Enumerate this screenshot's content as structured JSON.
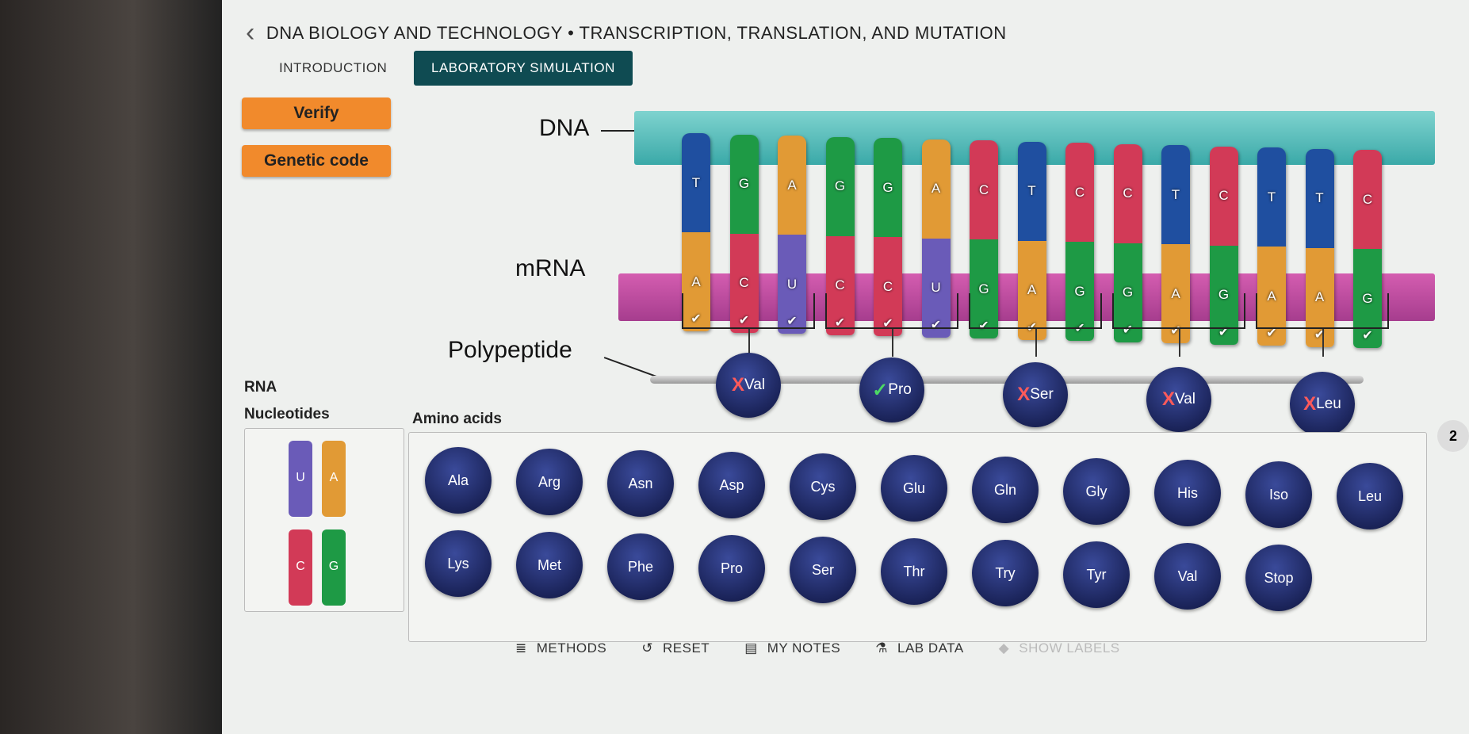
{
  "header": {
    "title": "DNA BIOLOGY AND TECHNOLOGY • TRANSCRIPTION, TRANSLATION, AND MUTATION"
  },
  "tabs": [
    {
      "label": "INTRODUCTION"
    },
    {
      "label": "LABORATORY SIMULATION"
    }
  ],
  "buttons": {
    "verify": "Verify",
    "genetic_code": "Genetic code"
  },
  "labels": {
    "dna": "DNA",
    "mrna": "mRNA",
    "polypeptide": "Polypeptide",
    "rna_nucleotides_1": "RNA",
    "rna_nucleotides_2": "Nucleotides",
    "amino_acids": "Amino acids"
  },
  "dna": [
    "T",
    "G",
    "A",
    "G",
    "G",
    "A",
    "C",
    "T",
    "C",
    "C",
    "T",
    "C",
    "T",
    "T",
    "C"
  ],
  "mrna": [
    "A",
    "C",
    "U",
    "C",
    "C",
    "U",
    "G",
    "A",
    "G",
    "G",
    "A",
    "G",
    "A",
    "A",
    "G"
  ],
  "base_colors": {
    "T": "#1f4fa0",
    "A": "#e19a35",
    "G": "#1e9a45",
    "C": "#d23a57",
    "U": "#6a5bb8"
  },
  "polypeptide": [
    {
      "mark": "X",
      "name": "Val",
      "correct": false
    },
    {
      "mark": "✓",
      "name": "Pro",
      "correct": true
    },
    {
      "mark": "X",
      "name": "Ser",
      "correct": false
    },
    {
      "mark": "X",
      "name": "Val",
      "correct": false
    },
    {
      "mark": "X",
      "name": "Leu",
      "correct": false
    }
  ],
  "nucleotides": [
    "U",
    "A",
    "C",
    "G"
  ],
  "amino_acids": [
    "Ala",
    "Arg",
    "Asn",
    "Asp",
    "Cys",
    "Glu",
    "Gln",
    "Gly",
    "His",
    "Iso",
    "Leu",
    "Lys",
    "Met",
    "Phe",
    "Pro",
    "Ser",
    "Thr",
    "Try",
    "Tyr",
    "Val",
    "Stop"
  ],
  "toolbar": [
    {
      "label": "METHODS",
      "icon": "≣"
    },
    {
      "label": "RESET",
      "icon": "↺"
    },
    {
      "label": "MY NOTES",
      "icon": "▤"
    },
    {
      "label": "LAB DATA",
      "icon": "⚗"
    },
    {
      "label": "SHOW LABELS",
      "icon": "◆"
    }
  ],
  "badge": "2"
}
